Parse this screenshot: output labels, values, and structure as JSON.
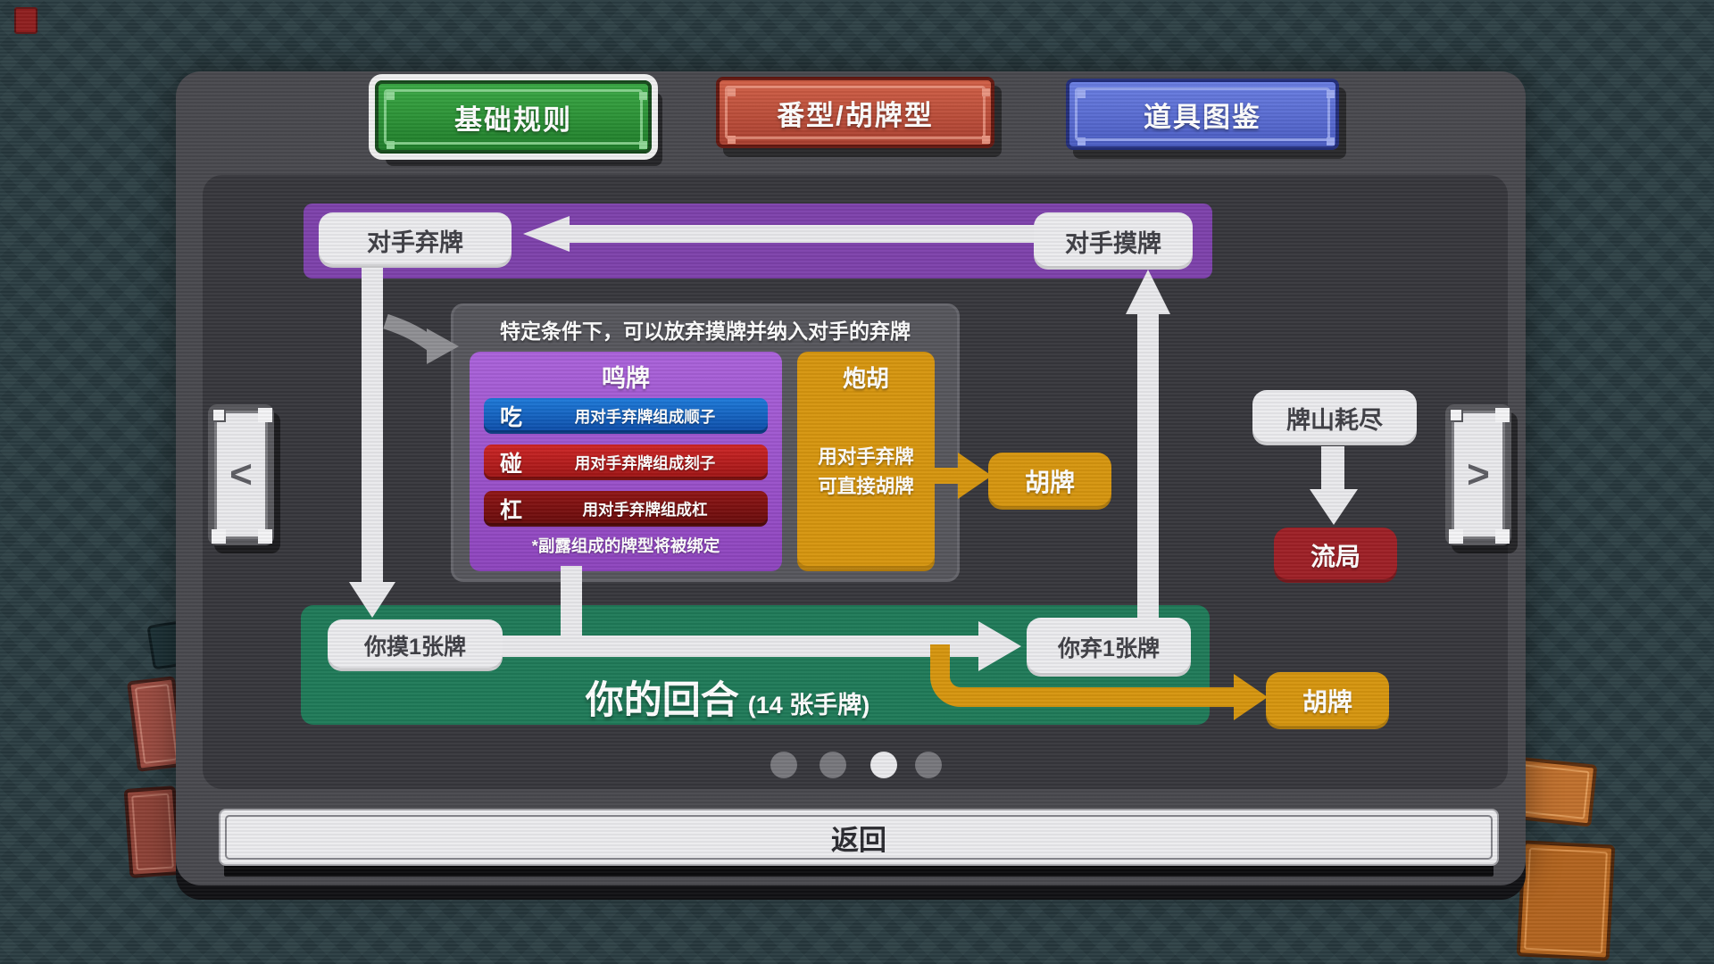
{
  "colors": {
    "background": "#2a3d42",
    "panel": "#49494e",
    "purple_bar": "#7d41ab",
    "green_bar": "#1f7a58",
    "gold": "#d6950f",
    "draw_red": "#9e2026",
    "chi_blue": "#1d7ad8",
    "pon_red": "#cd2525",
    "kan_darkred": "#8f1515"
  },
  "tabs": [
    {
      "id": "basic-rules",
      "label": "基础规则",
      "selected": true
    },
    {
      "id": "scoring-types",
      "label": "番型/胡牌型",
      "selected": false
    },
    {
      "id": "item-catalog",
      "label": "道具图鉴",
      "selected": false
    }
  ],
  "diagram": {
    "opponent_discard": "对手弃牌",
    "opponent_draw": "对手摸牌",
    "call_box": {
      "title": "特定条件下，可以放弃摸牌并纳入对手的弃牌",
      "meld": {
        "header": "鸣牌",
        "rows": [
          {
            "name": "吃",
            "desc": "用对手弃牌组成顺子",
            "color": "#1d7ad8"
          },
          {
            "name": "碰",
            "desc": "用对手弃牌组成刻子",
            "color": "#cd2525"
          },
          {
            "name": "杠",
            "desc": "用对手弃牌组成杠",
            "color": "#8f1515"
          }
        ],
        "footnote": "*副露组成的牌型将被绑定"
      },
      "ron": {
        "header": "炮胡",
        "line1": "用对手弃牌",
        "line2": "可直接胡牌"
      }
    },
    "win_label_mid": "胡牌",
    "win_label_bottom": "胡牌",
    "wall_exhausted": "牌山耗尽",
    "draw_result": "流局",
    "turn": {
      "draw": "你摸1张牌",
      "discard": "你弃1张牌",
      "title": "你的回合",
      "hand_count": "(14 张手牌)"
    }
  },
  "pager": {
    "prev": "<",
    "next": ">",
    "dot_count": 4,
    "active_dot": 3
  },
  "back_label": "返回"
}
